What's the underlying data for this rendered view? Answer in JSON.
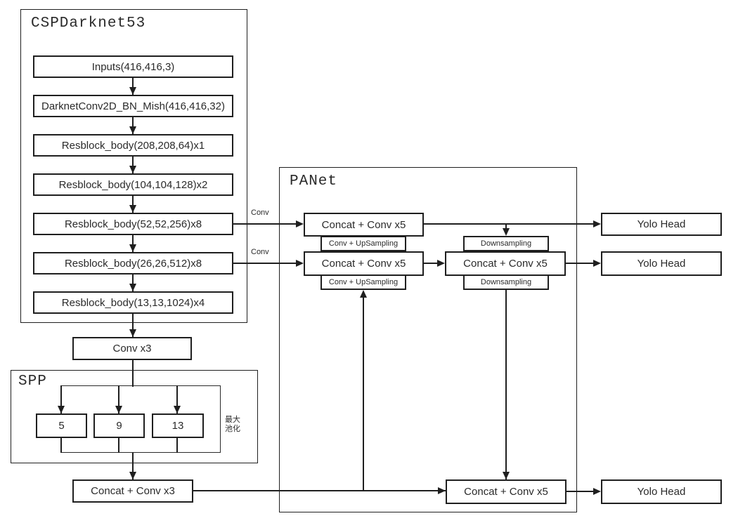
{
  "backbone": {
    "title": "CSPDarknet53",
    "nodes": [
      "Inputs(416,416,3)",
      "DarknetConv2D_BN_Mish(416,416,32)",
      "Resblock_body(208,208,64)x1",
      "Resblock_body(104,104,128)x2",
      "Resblock_body(52,52,256)x8",
      "Resblock_body(26,26,512)x8",
      "Resblock_body(13,13,1024)x4"
    ]
  },
  "neck": {
    "conv_x3": "Conv x3",
    "spp": {
      "title": "SPP",
      "pools": [
        "5",
        "9",
        "13"
      ],
      "pool_note": [
        "最大",
        "池化"
      ]
    },
    "concat_conv_x3": "Concat + Conv x3"
  },
  "panet": {
    "title": "PANet",
    "concat_conv_x5": "Concat + Conv x5",
    "conv_upsampling": "Conv + UpSampling",
    "downsampling": "Downsampling"
  },
  "labels": {
    "conv": "Conv"
  },
  "head": {
    "yolo_head": "Yolo Head"
  },
  "colors": {
    "line": "#1f1f1f",
    "box_bg": "#ffffff",
    "page_bg": "#ffffff"
  }
}
